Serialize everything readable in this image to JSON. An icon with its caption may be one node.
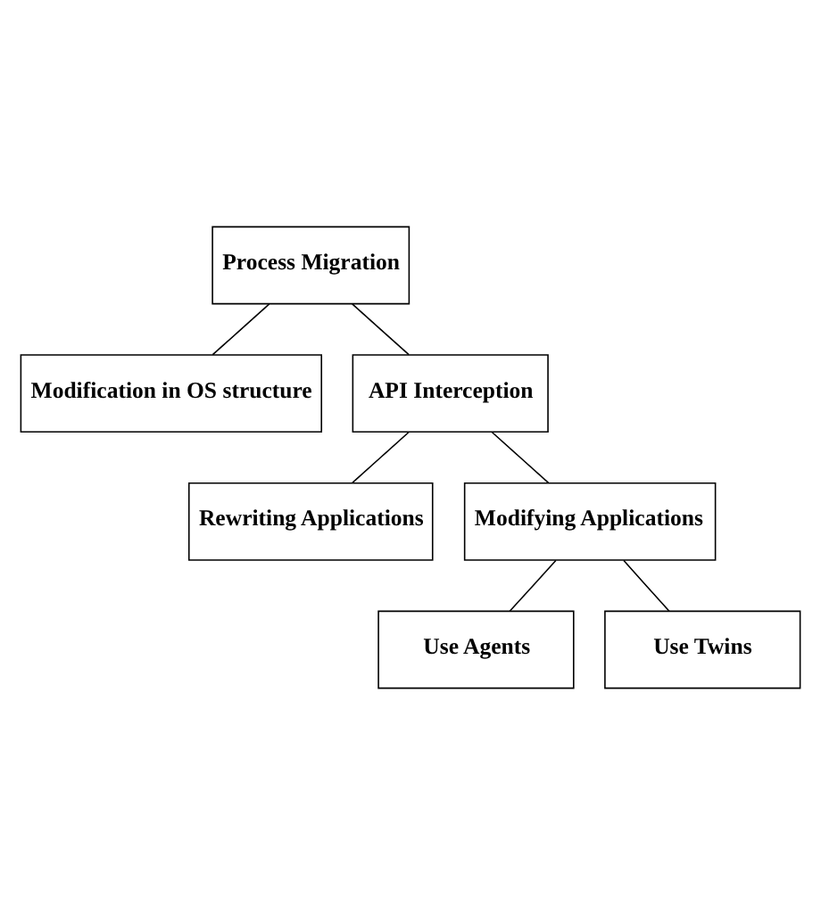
{
  "diagram": {
    "nodes": [
      {
        "text": [
          "Process Migration"
        ]
      },
      {
        "text": [
          "Modification in OS structure"
        ]
      },
      {
        "text": [
          "API Interception"
        ]
      },
      {
        "text": [
          "Rewriting Applications"
        ]
      },
      {
        "text": [
          "Modifying Applications"
        ]
      },
      {
        "text": [
          "Use Agents"
        ]
      },
      {
        "text": [
          "Use Twins"
        ]
      }
    ],
    "edges": [
      {
        "from": 0,
        "to": 1,
        "arrow": "none"
      },
      {
        "from": 0,
        "to": 2,
        "arrow": "none"
      },
      {
        "from": 2,
        "to": 3,
        "arrow": "none"
      },
      {
        "from": 2,
        "to": 4,
        "arrow": "none"
      },
      {
        "from": 4,
        "to": 5,
        "arrow": "none"
      },
      {
        "from": 4,
        "to": 6,
        "arrow": "none"
      }
    ]
  }
}
